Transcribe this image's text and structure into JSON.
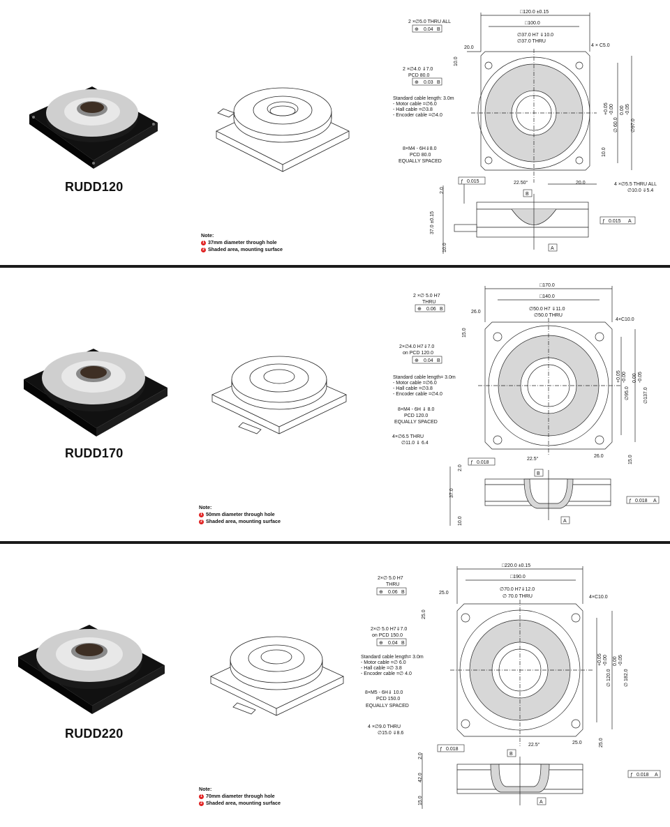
{
  "products": [
    {
      "model": "RUDD120",
      "note": {
        "title": "Note:",
        "items": [
          "37mm diameter through hole",
          "Shaded area, mounting surface"
        ]
      },
      "dims": {
        "outer": "□120.0 ±0.15",
        "inner": "□100.0",
        "bore_top": "∅37.0 H7 ⇓10.0",
        "bore_thru": "∅37.0 THRU",
        "pin_holes": "2 ×∅5.0 THRU ALL",
        "pin_tol": "0.04",
        "chamfer": "4 × C5.0",
        "off_x": "20.0",
        "off_y": "10.0",
        "pcd_holes": "2 ×∅4.0 ⇓7.0",
        "pcd_holes_pcd": "PCD 80.0",
        "pcd_tol": "0.03",
        "cable_title": "Standard cable length: 3.0m",
        "cable_motor": "- Motor cable =∅6.0",
        "cable_hall": "- Hall cable =∅3.8",
        "cable_encoder": "- Encoder cable =∅4.0",
        "tapped": "8×M4 - 6H⇓8.0",
        "tapped_pcd": "PCD 80.0",
        "tapped_eq": "EQUALLY SPACED",
        "angle": "22.50°",
        "bottom_off": "20.0",
        "side_off": "10.0",
        "mount_holes": "4 ×∅5.5 THRU ALL",
        "mount_cb": "∅10.0 ⇓5.4",
        "tol_plus": "+0.05",
        "tol_zero": "-0.00",
        "d_inner": "∅ 60.0",
        "d_outer_tol1": "0.00",
        "d_outer_tol2": "-0.05",
        "d_outer": "∅97.0",
        "flatness_top": "0.015",
        "flatness_side": "0.015",
        "h_top": "2.0",
        "h_total": "37.0 ±0.15",
        "h_base": "10.0"
      }
    },
    {
      "model": "RUDD170",
      "note": {
        "title": "Note:",
        "items": [
          "50mm diameter through hole",
          "Shaded area, mounting surface"
        ]
      },
      "dims": {
        "outer": "□170.0",
        "inner": "□140.0",
        "bore_top": "∅50.0 H7 ⇓11.0",
        "bore_thru": "∅50.0 THRU",
        "pin_holes": "2 ×∅ 5.0 H7",
        "pin_holes2": "THRU",
        "pin_tol": "0.06",
        "chamfer": "4×C10.0",
        "off_x": "26.0",
        "off_y": "15.0",
        "pcd_holes": "2×∅4.0 H7⇓7.0",
        "pcd_holes_pcd": "on PCD 120.0",
        "pcd_tol": "0.04",
        "cable_title": "Standard cable length= 3.0m",
        "cable_motor": "- Motor cable =∅6.0",
        "cable_hall": "- Hall cable =∅3.8",
        "cable_encoder": "- Encoder cable =∅4.0",
        "tapped": "8×M4 - 6H ⇓ 8.0",
        "tapped_pcd": "PCD 120.0",
        "tapped_eq": "EQUALLY SPACED",
        "mount_holes": "4×∅6.5 THRU",
        "mount_cb": "∅11.0 ⇓ 6.4",
        "angle": "22.5°",
        "bottom_off": "26.0",
        "side_off": "15.0",
        "tol_plus": "+0.05",
        "tol_zero": "-0.00",
        "d_inner": "∅95.0",
        "d_outer_tol1": "0.00",
        "d_outer_tol2": "-0.05",
        "d_outer": "∅137.0",
        "flatness_top": "0.018",
        "flatness_side": "0.018",
        "h_top": "2.0",
        "h_total": "37.0",
        "h_base": "10.0"
      }
    },
    {
      "model": "RUDD220",
      "note": {
        "title": "Note:",
        "items": [
          "70mm diameter through hole",
          "Shaded area, mounting surface"
        ]
      },
      "dims": {
        "outer": "□220.0 ±0.15",
        "inner": "□190.0",
        "bore_top": "∅70.0 H7⇓12.0",
        "bore_thru": "∅ 70.0 THRU",
        "pin_holes": "2×∅ 5.0 H7",
        "pin_holes2": "THRU",
        "pin_tol": "0.06",
        "chamfer": "4×C10.0",
        "off_x": "25.0",
        "off_y": "25.0",
        "pcd_holes": "2×∅ 5.0 H7⇓7.0",
        "pcd_holes_pcd": "on PCD 150.0",
        "pcd_tol": "0.04",
        "cable_title": "Standard cable length= 3.0m",
        "cable_motor": "- Motor cable =∅ 6.0",
        "cable_hall": "- Hall cable =∅ 3.8",
        "cable_encoder": "- Encoder cable =∅ 4.0",
        "tapped": "8×M5 - 6H⇓ 10.0",
        "tapped_pcd": "PCD 150.0",
        "tapped_eq": "EQUALLY SPACED",
        "mount_holes": "4 ×∅9.0 THRU",
        "mount_cb": "∅15.0 ⇓8.6",
        "angle": "22.5°",
        "bottom_off": "25.0",
        "side_off": "25.0",
        "tol_plus": "+0.05",
        "tol_zero": "-0.00",
        "d_inner": "∅ 120.0",
        "d_outer_tol1": "0.00",
        "d_outer_tol2": "-0.05",
        "d_outer": "∅ 182.0",
        "flatness_top": "0.018",
        "flatness_side": "0.018",
        "h_top": "2.0",
        "h_total": "42.0",
        "h_base": "15.0"
      }
    }
  ],
  "datums": {
    "a": "A",
    "b": "B"
  },
  "symbols": {
    "position": "⊕",
    "flatness": "ƒ"
  }
}
